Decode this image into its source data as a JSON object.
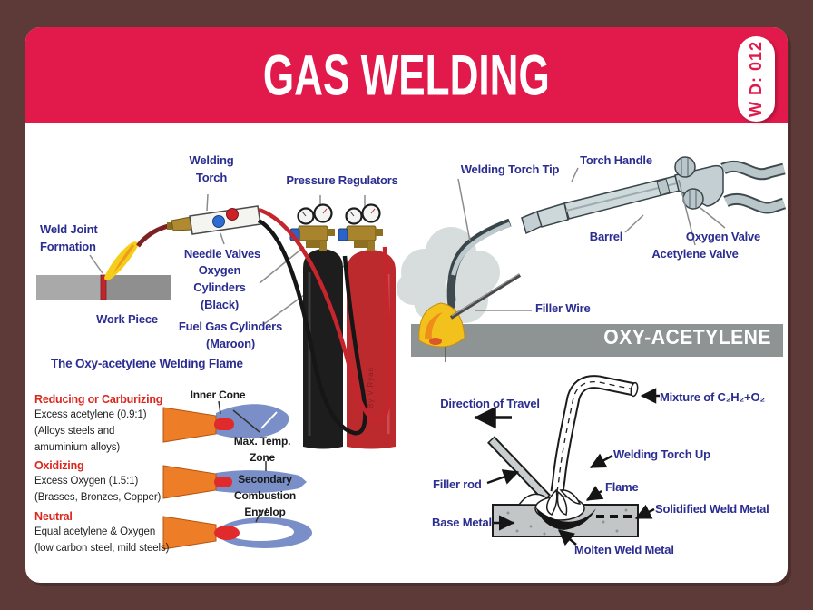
{
  "header": {
    "title": "GAS WELDING",
    "badge": "W D: 012"
  },
  "left": {
    "welding_torch": "Welding\nTorch",
    "pressure_regulators": "Pressure Regulators",
    "weld_joint": "Weld Joint\nFormation",
    "needle_valves": "Needle Valves",
    "oxygen_cylinders": "Oxygen\nCylinders\n(Black)",
    "work_piece": "Work Piece",
    "fuel_gas": "Fuel Gas Cylinders\n(Maroon)",
    "watermark": "By V.Ryan"
  },
  "flames": {
    "heading": "The Oxy-acetylene Welding Flame",
    "rows": [
      {
        "title": "Reducing or Carburizing",
        "lines": [
          "Excess acetylene (0.9:1)",
          "(Alloys steels and",
          "amuminium alloys)"
        ]
      },
      {
        "title": "Oxidizing",
        "lines": [
          "Excess Oxygen (1.5:1)",
          "(Brasses, Bronzes, Copper)"
        ]
      },
      {
        "title": "Neutral",
        "lines": [
          "Equal acetylene & Oxygen",
          "(low carbon steel, mild steels)"
        ]
      }
    ],
    "callouts": {
      "inner_cone": "Inner Cone",
      "max_temp": "Max. Temp.\nZone",
      "secondary": "Secondary\nCombustion\nEnvelop"
    }
  },
  "torch": {
    "welding_torch_tip": "Welding Torch Tip",
    "torch_handle": "Torch Handle",
    "barrel": "Barrel",
    "oxygen_valve": "Oxygen Valve",
    "acetylene_valve": "Acetylene Valve",
    "filler_wire": "Filler Wire",
    "banner": "OXY-ACETYLENE"
  },
  "tech": {
    "direction": "Direction of Travel",
    "mixture": "Mixture of C₂H₂+O₂",
    "torch_up": "Welding Torch Up",
    "filler_rod": "Filler rod",
    "flame": "Flame",
    "base_metal": "Base Metal",
    "solidified": "Solidified Weld Metal",
    "molten": "Molten Weld Metal"
  },
  "colors": {
    "frame_brown": "#5d3a38",
    "banner_crimson": "#e2194b",
    "label_navy": "#2b2d90",
    "heading_red": "#d9281e",
    "flame_blue": "#7a8fc7",
    "nozzle_orange": "#ed7d26",
    "cone_red": "#e02a2c",
    "metal_band_grey": "#8e9393",
    "oxygen_cylinder_black": "#1d1d1d",
    "fuel_cylinder_maroon": "#bd2a2e"
  }
}
